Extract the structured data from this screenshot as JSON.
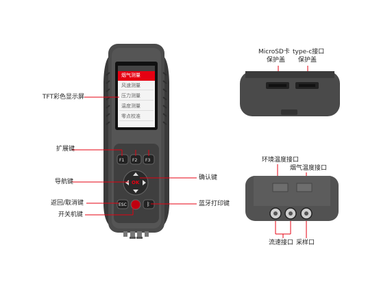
{
  "labels": {
    "screen": "TFT彩色显示屏",
    "expand_keys": "扩展键",
    "nav_keys": "导航键",
    "back_cancel": "返回/取消键",
    "power": "开关机键",
    "confirm": "确认键",
    "bt_print": "蓝牙打印键",
    "microsd_line1": "MicroSD卡",
    "microsd_line2": "保护盖",
    "typec_line1": "type-c接口",
    "typec_line2": "保护盖",
    "env_temp_port": "环境温度接口",
    "flue_temp_port": "烟气温度接口",
    "flow_port": "流速接口",
    "sample_port": "采样口"
  },
  "screen_menu": [
    "烟气测量",
    "风速测量",
    "压力测量",
    "温度测量",
    "零点校准"
  ],
  "keys": {
    "f1": "F1",
    "f2": "F2",
    "f3": "F3",
    "ok": "OK",
    "esc": "ESC",
    "bt": "ᛒ"
  },
  "colors": {
    "accent": "#e60012",
    "body": "#4a4a4a"
  }
}
